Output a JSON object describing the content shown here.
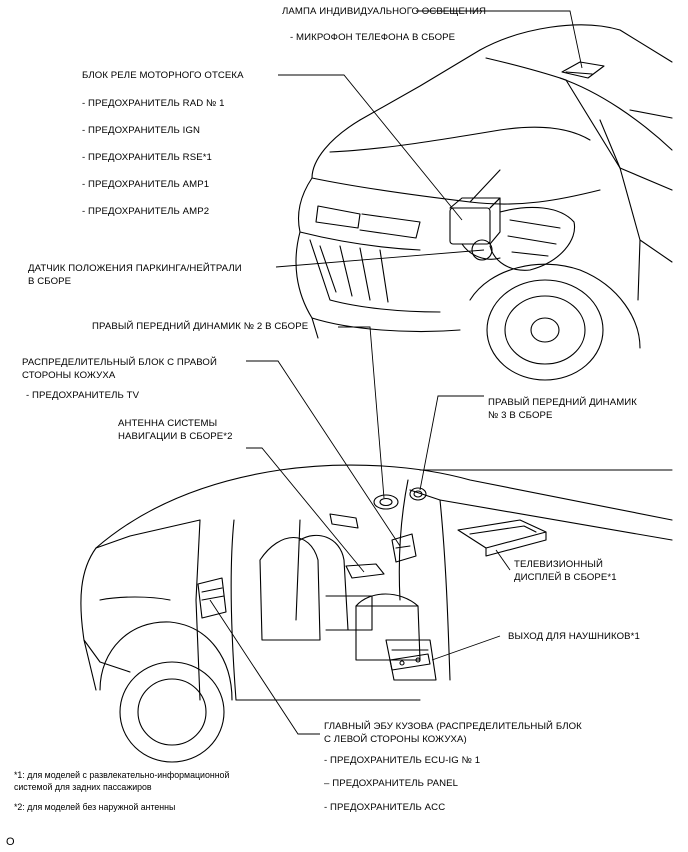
{
  "labels": {
    "lamp": "ЛАМПА ИНДИВИДУАЛЬНОГО ОСВЕЩЕНИЯ",
    "lamp_sub": "- МИКРОФОН ТЕЛЕФОНА В СБОРЕ",
    "engine_relay": "БЛОК РЕЛЕ МОТОРНОГО ОТСЕКА",
    "fuse_rad": "- ПРЕДОХРАНИТЕЛЬ RAD № 1",
    "fuse_ign": "- ПРЕДОХРАНИТЕЛЬ IGN",
    "fuse_rse": "- ПРЕДОХРАНИТЕЛЬ RSE*1",
    "fuse_amp1": "- ПРЕДОХРАНИТЕЛЬ AMP1",
    "fuse_amp2": "- ПРЕДОХРАНИТЕЛЬ AMP2",
    "park_sensor_1": "ДАТЧИК ПОЛОЖЕНИЯ ПАРКИНГА/НЕЙТРАЛИ",
    "park_sensor_2": "В СБОРЕ",
    "speaker2": "ПРАВЫЙ ПЕРЕДНИЙ ДИНАМИК № 2 В СБОРЕ",
    "rh_junction_1": "РАСПРЕДЕЛИТЕЛЬНЫЙ БЛОК С ПРАВОЙ",
    "rh_junction_2": "СТОРОНЫ КОЖУХА",
    "fuse_tv": "- ПРЕДОХРАНИТЕЛЬ TV",
    "speaker3_1": "ПРАВЫЙ ПЕРЕДНИЙ ДИНАМИК",
    "speaker3_2": "№ 3 В СБОРЕ",
    "nav_antenna_1": "АНТЕННА СИСТЕМЫ",
    "nav_antenna_2": "НАВИГАЦИИ В СБОРЕ*2",
    "tv_display_1": "ТЕЛЕВИЗИОННЫЙ",
    "tv_display_2": "ДИСПЛЕЙ В СБОРЕ*1",
    "headphone": "ВЫХОД ДЛЯ НАУШНИКОВ*1",
    "main_ecu_1": "ГЛАВНЫЙ ЭБУ КУЗОВА (РАСПРЕДЕЛИТЕЛЬНЫЙ БЛОК",
    "main_ecu_2": "С ЛЕВОЙ СТОРОНЫ КОЖУХА)",
    "fuse_ecu": "- ПРЕДОХРАНИТЕЛЬ ECU-IG № 1",
    "fuse_panel": "– ПРЕДОХРАНИТЕЛЬ PANEL",
    "fuse_acc": "- ПРЕДОХРАНИТЕЛЬ ACC"
  },
  "notes": {
    "n1_a": "*1: для моделей с развлекательно-информационной",
    "n1_b": "системой для задних пассажиров",
    "n2": "*2: для моделей без наружной антенны"
  },
  "figure_code": "O"
}
